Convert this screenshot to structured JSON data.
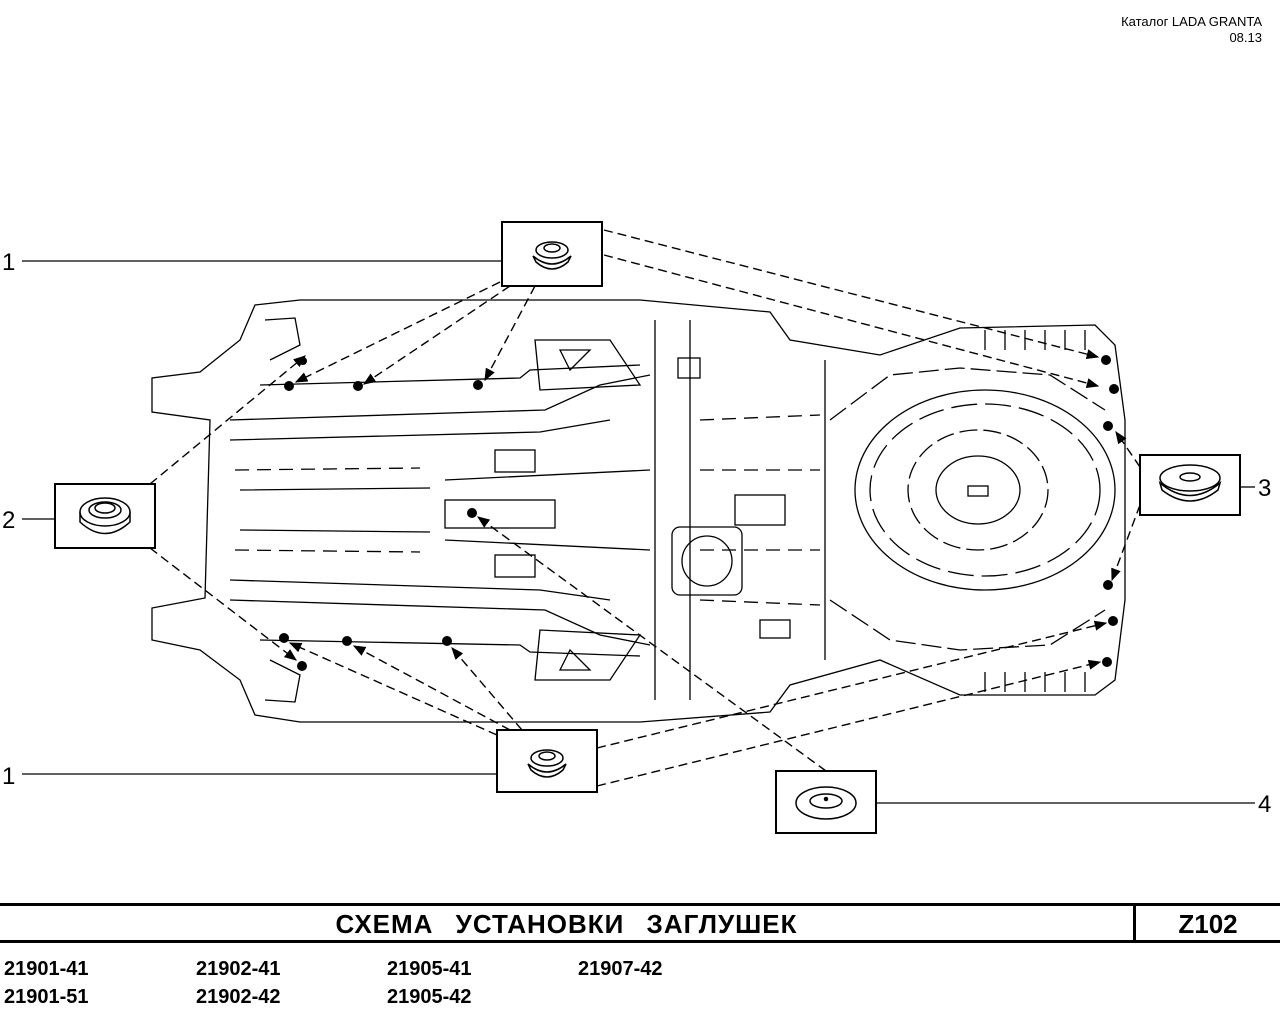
{
  "header": {
    "catalog": "Каталог  LADA  GRANTA",
    "date": "08.13"
  },
  "callouts": [
    "1",
    "2",
    "3",
    "1",
    "4"
  ],
  "footer": {
    "title": "СХЕМА   УСТАНОВКИ   ЗАГЛУШЕК",
    "code": "Z102"
  },
  "models": [
    [
      "21901-41",
      "21901-51"
    ],
    [
      "21902-41",
      "21902-42"
    ],
    [
      "21905-41",
      "21905-42"
    ],
    [
      "21907-42"
    ]
  ]
}
